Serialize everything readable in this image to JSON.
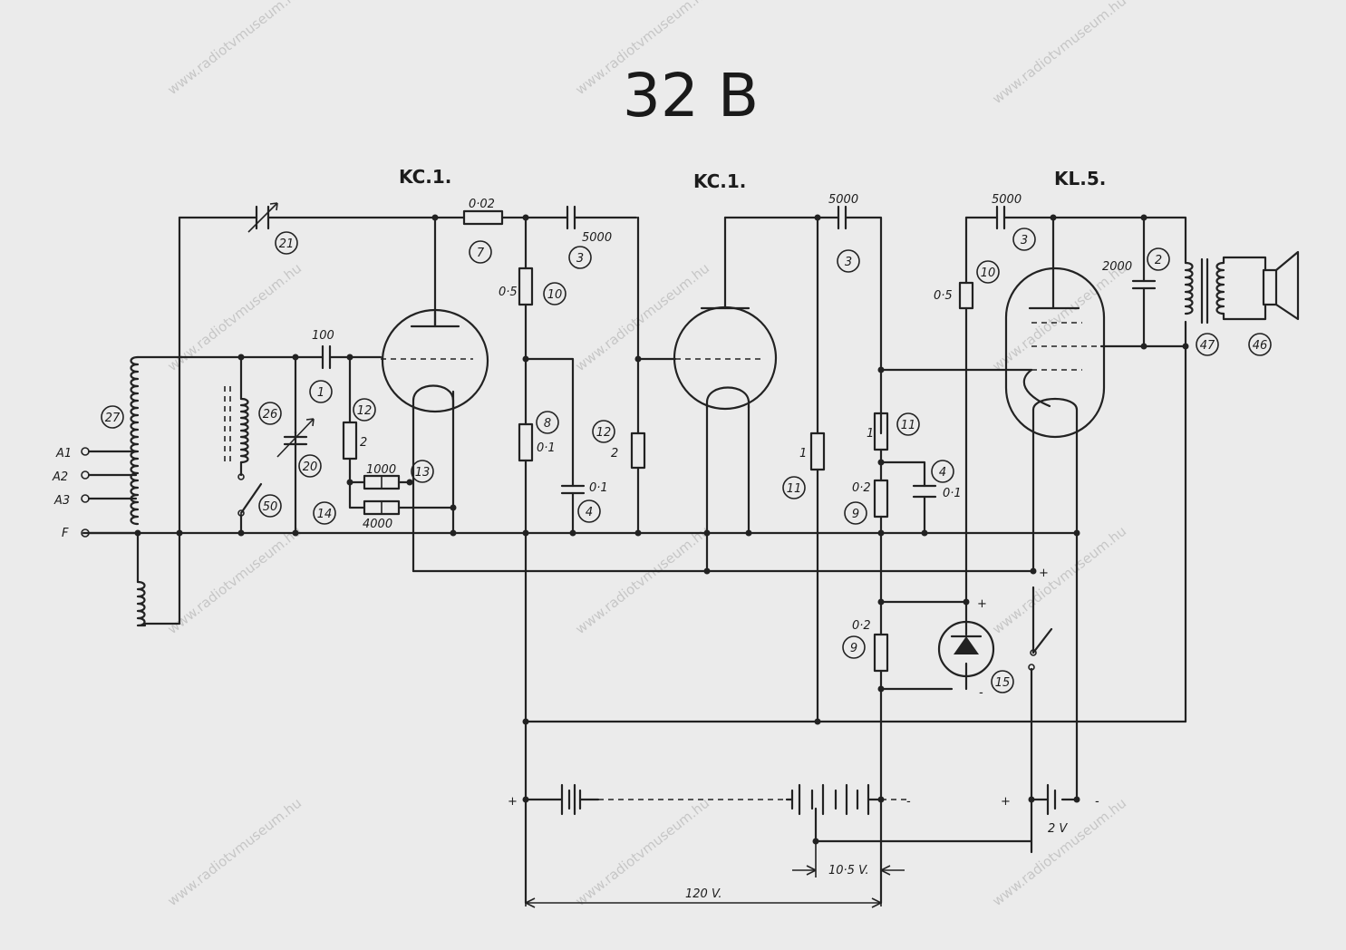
{
  "title": "32 B",
  "tubes": [
    "KC.1.",
    "KC.1.",
    "KL.5."
  ],
  "watermark": "www.radiotvmuseum.hu",
  "terminals": [
    "A1",
    "A2",
    "A3",
    "F"
  ],
  "values": {
    "r7": "0·02",
    "c3a": "5000",
    "c3b": "5000",
    "c3c": "5000",
    "c1": "100",
    "r10a": "0·5",
    "r12a": "2",
    "r8": "0·1",
    "c4a": "0·1",
    "r12b": "2",
    "r13": "1000",
    "r14": "4000",
    "r11a": "1",
    "r11b": "1",
    "r9a": "0·2",
    "c4b": "0·1",
    "r10b": "0·5",
    "c2": "2000",
    "r9b": "0·2",
    "v_bias": "10·5 V.",
    "v_anode": "120 V.",
    "v_fil": "2 V"
  },
  "polarity": {
    "plus": "+",
    "minus": "-"
  },
  "parts": [
    "21",
    "7",
    "3",
    "3",
    "3",
    "1",
    "10",
    "12",
    "8",
    "12",
    "4",
    "13",
    "14",
    "26",
    "20",
    "50",
    "27",
    "11",
    "11",
    "9",
    "4",
    "9",
    "10",
    "2",
    "47",
    "46",
    "15"
  ]
}
